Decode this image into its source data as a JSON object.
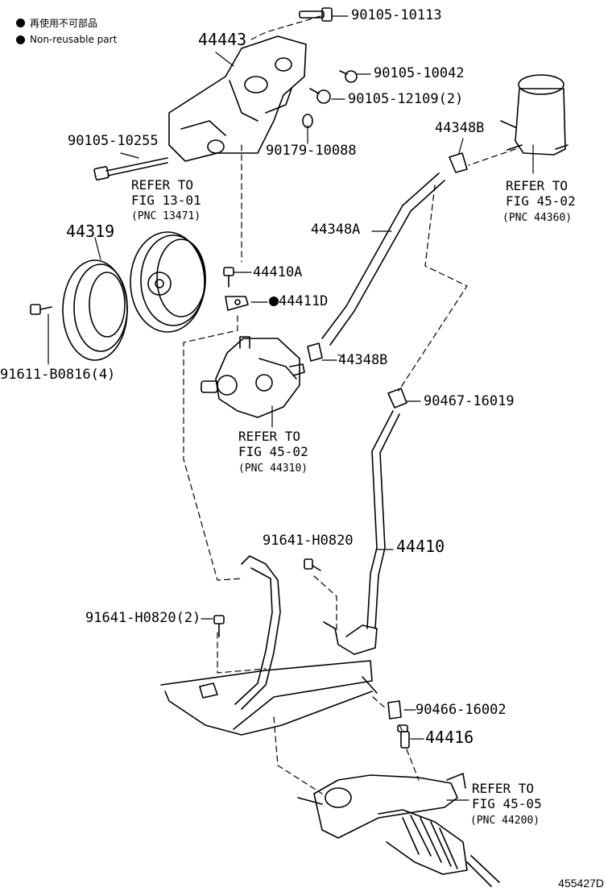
{
  "legend": {
    "jp": "再使用不可部品",
    "en": "Non-reusable part"
  },
  "labels": {
    "p1": "90105-10113",
    "p2": "44443",
    "p3": "90105-10042",
    "p4": "90105-12109(2)",
    "p5": "90105-10255",
    "p6": "90179-10088",
    "p7": "44348B",
    "p8": "44319",
    "p9": "44348A",
    "p10": "44410A",
    "p11": "44411D",
    "p12": "44348B",
    "p13": "91611-B0816(4)",
    "p14": "90467-16019",
    "p15": "91641-H0820",
    "p16": "44410",
    "p17": "91641-H0820(2)",
    "p18": "90466-16002",
    "p19": "44416"
  },
  "refs": {
    "r1": {
      "l1": "REFER TO",
      "l2": "FIG 13-01",
      "l3": "(PNC 13471)"
    },
    "r2": {
      "l1": "REFER TO",
      "l2": "FIG 45-02",
      "l3": "(PNC 44360)"
    },
    "r3": {
      "l1": "REFER TO",
      "l2": "FIG 45-02",
      "l3": "(PNC 44310)"
    },
    "r4": {
      "l1": "REFER TO",
      "l2": "FIG 45-05",
      "l3": "(PNC 44200)"
    }
  },
  "diagram_id": "455427D"
}
